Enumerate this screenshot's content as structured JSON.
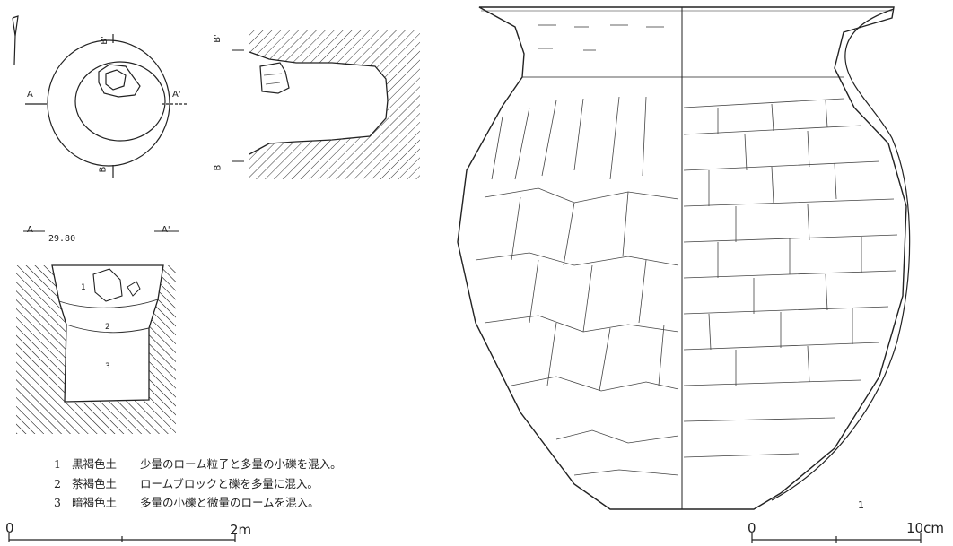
{
  "section_labels": {
    "a": "A",
    "a_prime": "A'",
    "b": "B",
    "b_prime": "B'",
    "elevation": "29.80"
  },
  "layers": [
    "1",
    "2",
    "3"
  ],
  "legend": [
    {
      "num": "1",
      "soil": "黒褐色土",
      "desc": "少量のローム粒子と多量の小礫を混入。"
    },
    {
      "num": "2",
      "soil": "茶褐色土",
      "desc": "ロームブロックと礫を多量に混入。"
    },
    {
      "num": "3",
      "soil": "暗褐色土",
      "desc": "多量の小礫と微量のロームを混入。"
    }
  ],
  "scale_left": {
    "start": "0",
    "end": "2m"
  },
  "scale_right": {
    "start": "0",
    "end": "10cm"
  },
  "artifact_number": "1"
}
